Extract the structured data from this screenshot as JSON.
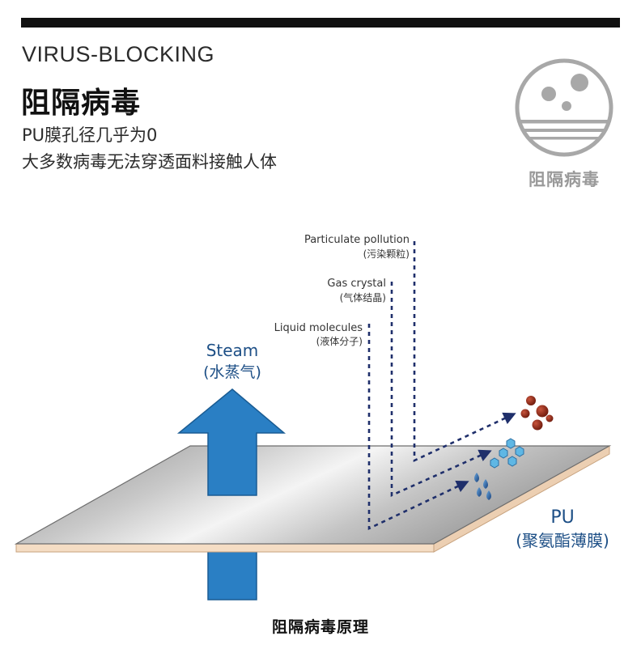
{
  "header": {
    "eyebrow": "VIRUS-BLOCKING",
    "title": "阻隔病毒",
    "lines": [
      "PU膜孔径几乎为0",
      "大多数病毒无法穿透面料接触人体"
    ]
  },
  "badge": {
    "caption": "阻隔病毒"
  },
  "diagram": {
    "labels": {
      "particulate_en": "Particulate pollution",
      "particulate_zh": "(污染颗粒)",
      "gas_en": "Gas crystal",
      "gas_zh": "(气体结晶)",
      "liquid_en": "Liquid molecules",
      "liquid_zh": "(液体分子)",
      "steam_en": "Steam",
      "steam_zh": "(水蒸气)",
      "pu_en": "PU",
      "pu_zh": "(聚氨酯薄膜)"
    },
    "colors": {
      "arrow_blue": "#2a7fc4",
      "dash_navy": "#1f2f6b",
      "particle_red": "#8b2414",
      "crystal_blue": "#5fb7e4",
      "droplet_blue": "#1d5fa8"
    }
  },
  "footer": {
    "caption": "阻隔病毒原理"
  }
}
